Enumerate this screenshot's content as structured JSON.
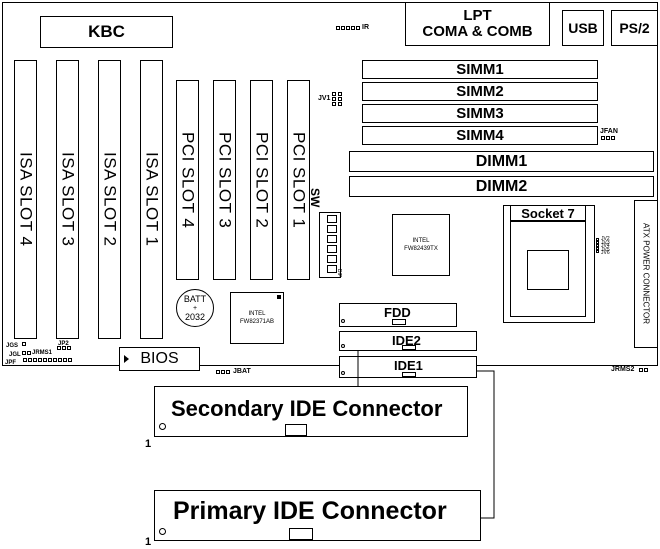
{
  "board": {
    "kbc": "KBC",
    "ir": "IR",
    "lpt": "LPT",
    "com": "COMA & COMB",
    "usb": "USB",
    "ps2": "PS/2",
    "simm": [
      "SIMM1",
      "SIMM2",
      "SIMM3",
      "SIMM4"
    ],
    "jfan": "JFAN",
    "jv1": "JV1",
    "dimm": [
      "DIMM1",
      "DIMM2"
    ],
    "isa": [
      "ISA SLOT 4",
      "ISA SLOT 3",
      "ISA SLOT 2",
      "ISA SLOT 1"
    ],
    "pci": [
      "PCI SLOT 4",
      "PCI SLOT 3",
      "PCI SLOT 2",
      "PCI SLOT 1"
    ],
    "sw": "SW",
    "dip_label": "DIP",
    "north_chip": [
      "INTEL",
      "FW82439TX"
    ],
    "socket": "Socket 7",
    "voltage_labels": [
      "JV2",
      "JV3",
      "JV4",
      "JV5",
      "JV6"
    ],
    "atx": "ATX POWER CONNECTOR",
    "batt": [
      "BATT",
      "+",
      "2032"
    ],
    "south_chip": [
      "INTEL",
      "FW82371AB"
    ],
    "fdd": "FDD",
    "ide2": "IDE2",
    "ide1": "IDE1",
    "jgs": "JGS",
    "jp2": "JP2",
    "jrms1": "JRMS1",
    "jgl": "JGL",
    "jpf": "JPF",
    "bios": "BIOS",
    "jbat": "JBAT",
    "jrms2": "JRMS2"
  },
  "callouts": {
    "secondary": "Secondary IDE Connector",
    "primary": "Primary IDE Connector",
    "pin_one_secondary": "1",
    "pin_one_primary": "1"
  }
}
